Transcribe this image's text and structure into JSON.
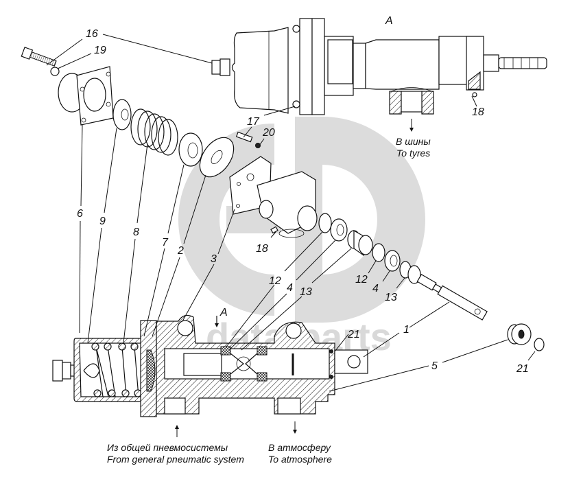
{
  "diagram": {
    "title": "Exploded view: tyre inflation valve assembly",
    "watermark": {
      "logo": "gp-logo",
      "text": "data-parts",
      "color": "#d9d9d9"
    },
    "view_label": "A",
    "section_marker": "A",
    "callouts": {
      "c1": "1",
      "c2": "2",
      "c3": "3",
      "c4a": "4",
      "c4b": "4",
      "c5": "5",
      "c6": "6",
      "c7": "7",
      "c8": "8",
      "c9": "9",
      "c12a": "12",
      "c12b": "12",
      "c13a": "13",
      "c13b": "13",
      "c16": "16",
      "c17": "17",
      "c18a": "18",
      "c18b": "18",
      "c19": "19",
      "c20": "20",
      "c21a": "21",
      "c21b": "21"
    },
    "captions": {
      "tyres_ru": "В шины",
      "tyres_en": "To tyres",
      "supply_ru": "Из общей пневмосистемы",
      "supply_en": "From general pneumatic system",
      "atmo_ru": "В атмосферу",
      "atmo_en": "To atmosphere"
    },
    "flow_arrows": [
      {
        "name": "to-tyres",
        "direction": "down"
      },
      {
        "name": "from-system",
        "direction": "up"
      },
      {
        "name": "to-atmosphere",
        "direction": "down"
      },
      {
        "name": "view-a",
        "direction": "down"
      }
    ]
  }
}
